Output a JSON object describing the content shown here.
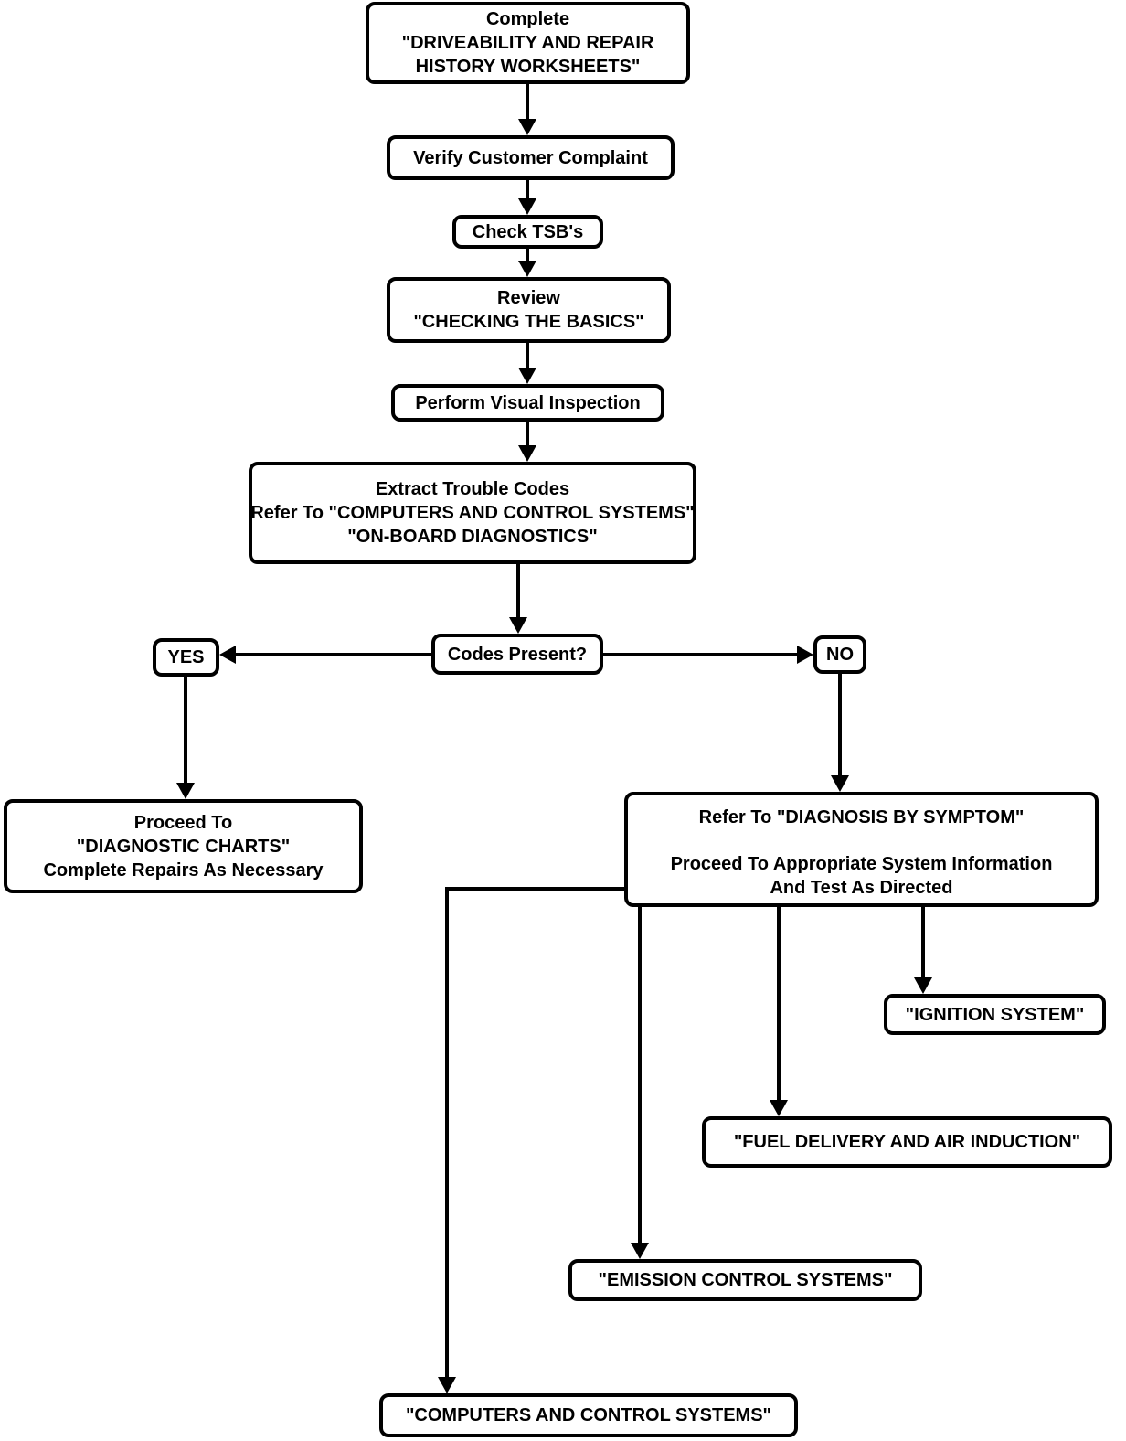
{
  "colors": {
    "line": "#000000",
    "box_border": "#000000",
    "box_fill": "#ffffff",
    "background": "#ffffff",
    "text": "#000000"
  },
  "nodes": {
    "complete_worksheets": {
      "lines": [
        "Complete",
        "\"DRIVEABILITY AND REPAIR",
        "HISTORY WORKSHEETS\""
      ]
    },
    "verify_complaint": {
      "label": "Verify Customer Complaint"
    },
    "check_tsbs": {
      "label": "Check TSB's"
    },
    "review_basics": {
      "lines": [
        "Review",
        "\"CHECKING THE BASICS\""
      ]
    },
    "visual_inspection": {
      "label": "Perform Visual Inspection"
    },
    "extract_codes": {
      "lines": [
        "Extract Trouble Codes",
        "Refer To \"COMPUTERS AND CONTROL SYSTEMS\"",
        "\"ON-BOARD DIAGNOSTICS\""
      ]
    },
    "codes_present": {
      "label": "Codes Present?"
    },
    "yes": {
      "label": "YES"
    },
    "no": {
      "label": "NO"
    },
    "diagnostic_charts": {
      "lines": [
        "Proceed To",
        "\"DIAGNOSTIC CHARTS\"",
        "Complete Repairs As Necessary"
      ]
    },
    "diagnosis_by_symptom": {
      "lines": [
        "Refer To \"DIAGNOSIS BY SYMPTOM\"",
        "Proceed To Appropriate System Information",
        "And Test As Directed"
      ]
    },
    "ignition": {
      "label": "\"IGNITION SYSTEM\""
    },
    "fuel": {
      "label": "\"FUEL DELIVERY AND AIR INDUCTION\""
    },
    "emission": {
      "label": "\"EMISSION CONTROL SYSTEMS\""
    },
    "computers": {
      "label": "\"COMPUTERS AND CONTROL SYSTEMS\""
    }
  },
  "edges": [
    {
      "from": "complete_worksheets",
      "to": "verify_complaint"
    },
    {
      "from": "verify_complaint",
      "to": "check_tsbs"
    },
    {
      "from": "check_tsbs",
      "to": "review_basics"
    },
    {
      "from": "review_basics",
      "to": "visual_inspection"
    },
    {
      "from": "visual_inspection",
      "to": "extract_codes"
    },
    {
      "from": "extract_codes",
      "to": "codes_present"
    },
    {
      "from": "codes_present",
      "to": "yes"
    },
    {
      "from": "codes_present",
      "to": "no"
    },
    {
      "from": "yes",
      "to": "diagnostic_charts"
    },
    {
      "from": "no",
      "to": "diagnosis_by_symptom"
    },
    {
      "from": "diagnosis_by_symptom",
      "to": "ignition"
    },
    {
      "from": "diagnosis_by_symptom",
      "to": "fuel"
    },
    {
      "from": "diagnosis_by_symptom",
      "to": "emission"
    },
    {
      "from": "diagnosis_by_symptom",
      "to": "computers"
    }
  ]
}
